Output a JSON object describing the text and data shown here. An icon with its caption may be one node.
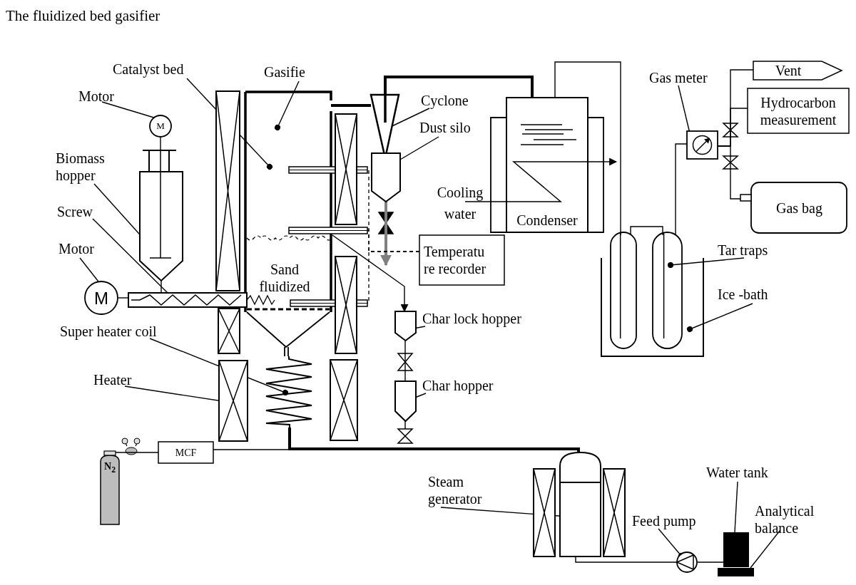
{
  "diagram": {
    "title": "The fluidized bed gasifier",
    "nodes": [
      {
        "text": [
          "Catalyst bed"
        ]
      },
      {
        "text": [
          "Gasifie"
        ]
      },
      {
        "text": [
          "Motor"
        ]
      },
      {
        "text": [
          "Vent"
        ]
      },
      {
        "text": [
          "Gas meter"
        ]
      },
      {
        "text": [
          "Cyclone"
        ]
      },
      {
        "text": [],
        "shape": "vessel"
      },
      {
        "text": [
          "Hydrocarbon measurement"
        ]
      },
      {
        "text": [
          "Condenser"
        ]
      },
      {
        "text": [],
        "shape": "cone"
      },
      {
        "text": [
          "Dust silo"
        ]
      },
      {
        "text": [
          "M"
        ]
      },
      {
        "text": [],
        "shape": "meter"
      },
      {
        "text": [],
        "shape": "hopper"
      },
      {
        "text": [
          "Biomass hopper"
        ]
      },
      {
        "text": [],
        "shape": "hopper"
      },
      {
        "text": [],
        "shape": "bar"
      },
      {
        "text": [
          "Cooling water"
        ]
      },
      {
        "text": [
          "Gas bag"
        ]
      },
      {
        "text": [
          "Screw"
        ]
      },
      {
        "text": [],
        "shape": "tube"
      },
      {
        "text": [],
        "shape": "tube"
      },
      {
        "text": [],
        "shape": "bar"
      },
      {
        "text": [
          "Temperatu re recorder"
        ]
      },
      {
        "text": [
          "Tar traps"
        ]
      },
      {
        "text": [
          "Motor"
        ]
      },
      {
        "text": [],
        "shape": "bath"
      },
      {
        "text": [
          "Ice -bath"
        ]
      },
      {
        "text": [],
        "shape": "screw"
      },
      {
        "text": [
          "M"
        ]
      },
      {
        "text": [],
        "shape": "bar"
      },
      {
        "text": [
          "Char lock hopper"
        ]
      },
      {
        "text": [],
        "shape": "hopper"
      },
      {
        "text": [
          "Super heater coil"
        ]
      },
      {
        "text": [],
        "shape": "coil"
      },
      {
        "text": [],
        "shape": "box"
      },
      {
        "text": [
          "Heater"
        ]
      },
      {
        "text": [
          "Char hopper"
        ]
      },
      {
        "text": [],
        "shape": "hopper"
      },
      {
        "text": [
          "MCF"
        ]
      },
      {
        "text": [
          "N$_{2}$"
        ]
      },
      {
        "text": [],
        "shape": "tank"
      },
      {
        "text": [
          "Water tank"
        ]
      },
      {
        "text": [
          "Steam generator"
        ]
      },
      {
        "text": [
          "Analytical balance"
        ]
      },
      {
        "text": [
          "Feed pump"
        ]
      },
      {
        "text": [],
        "shape": "block"
      },
      {
        "text": [],
        "shape": "pump"
      },
      {
        "text": [],
        "shape": "block"
      },
      {
        "text": [],
        "shape": "box"
      },
      {
        "text": [],
        "shape": "box"
      },
      {
        "text": [],
        "shape": "box"
      },
      {
        "text": [],
        "shape": "box"
      },
      {
        "text": [],
        "shape": "box"
      },
      {
        "text": [],
        "shape": "box"
      },
      {
        "text": [],
        "shape": "box"
      },
      {
        "text": [],
        "shape": "valve"
      }
    ],
    "edges": [
      {
        "from": 0,
        "to": 6,
        "arrow": "other"
      },
      {
        "from": 1,
        "to": 6,
        "arrow": "other"
      },
      {
        "from": 2,
        "to": 11,
        "arrow": "other"
      },
      {
        "from": 14,
        "to": 13,
        "arrow": "other"
      },
      {
        "from": 19,
        "to": 28,
        "arrow": "other"
      },
      {
        "from": 25,
        "to": 29,
        "arrow": "other"
      },
      {
        "from": 33,
        "to": 34,
        "arrow": "other"
      },
      {
        "from": 36,
        "to": 35,
        "arrow": "other"
      },
      {
        "from": 5,
        "to": 9,
        "arrow": "other"
      },
      {
        "from": 10,
        "to": 15,
        "arrow": "other"
      },
      {
        "from": 31,
        "to": 32,
        "arrow": "other"
      },
      {
        "from": 37,
        "to": 38,
        "arrow": "other"
      },
      {
        "from": 4,
        "to": 12,
        "arrow": "other"
      },
      {
        "from": 24,
        "to": 21,
        "arrow": "other"
      },
      {
        "from": 27,
        "to": 26,
        "arrow": "other"
      },
      {
        "from": 43,
        "to": 41,
        "arrow": "other"
      },
      {
        "from": 42,
        "to": 46,
        "arrow": "none"
      },
      {
        "from": 45,
        "to": 47,
        "arrow": "other"
      },
      {
        "from": 44,
        "to": 48,
        "arrow": "none"
      },
      {
        "from": 6,
        "to": 9,
        "arrow": "none",
        "style": "thick"
      },
      {
        "from": 9,
        "to": 8,
        "arrow": "none",
        "style": "thick"
      },
      {
        "from": 15,
        "to": null,
        "arrow": "to",
        "style": "thick",
        "color": "#808080"
      },
      {
        "from": 6,
        "to": 32,
        "arrow": "to"
      },
      {
        "from": 32,
        "to": 38,
        "arrow": "none"
      },
      {
        "from": 38,
        "to": 56,
        "arrow": "none"
      },
      {
        "from": 17,
        "to": 8,
        "arrow": "none"
      },
      {
        "from": 8,
        "to": null,
        "arrow": "to"
      },
      {
        "from": 8,
        "to": 20,
        "arrow": "none"
      },
      {
        "from": 20,
        "to": 21,
        "arrow": "none"
      },
      {
        "from": 21,
        "to": 12,
        "arrow": "none"
      },
      {
        "from": 12,
        "to": 3,
        "arrow": "none"
      },
      {
        "from": 12,
        "to": 7,
        "arrow": "none"
      },
      {
        "from": 12,
        "to": 18,
        "arrow": "none"
      },
      {
        "from": 23,
        "to": 16,
        "arrow": "none",
        "style": "dashed"
      },
      {
        "from": 23,
        "to": 22,
        "arrow": "none",
        "style": "dashed"
      },
      {
        "from": 23,
        "to": 30,
        "arrow": "none",
        "style": "dashed"
      },
      {
        "from": 29,
        "to": 28,
        "arrow": "none"
      },
      {
        "from": 13,
        "to": 28,
        "arrow": "none"
      },
      {
        "from": 40,
        "to": 39,
        "arrow": "none"
      },
      {
        "from": 39,
        "to": 34,
        "arrow": "none"
      },
      {
        "from": 41,
        "to": 34,
        "arrow": "none",
        "style": "thick"
      },
      {
        "from": 47,
        "to": 41,
        "arrow": "none"
      },
      {
        "from": 46,
        "to": 47,
        "arrow": "none"
      },
      {
        "from": 11,
        "to": 13,
        "arrow": "none"
      }
    ],
    "labels": [
      "Sand fluidized"
    ]
  }
}
